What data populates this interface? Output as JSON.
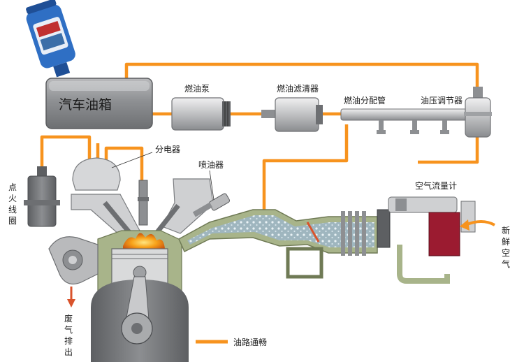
{
  "labels": {
    "fuel_tank": "汽车油箱",
    "fuel_pump": "燃油泵",
    "fuel_filter": "燃油滤清器",
    "fuel_rail": "燃油分配管",
    "pressure_regulator": "油压调节器",
    "distributor": "分电器",
    "injector": "喷油器",
    "ignition_coil": [
      "点",
      "火",
      "线",
      "圈"
    ],
    "air_flow_meter": "空气流量计",
    "fresh_air": [
      "新",
      "鲜",
      "空",
      "气"
    ],
    "exhaust": [
      "废",
      "气",
      "排",
      "出"
    ],
    "legend_fuel_line": "油路通畅"
  },
  "colors": {
    "fuel_line": "#f7931e",
    "metal_dark": "#7b7d80",
    "metal_light": "#d9dadb",
    "intake_green": "#a8b48a",
    "intake_fill": "#9fb6bf",
    "flame": "#f7a21a",
    "air_meter_red": "#9b1b30"
  }
}
